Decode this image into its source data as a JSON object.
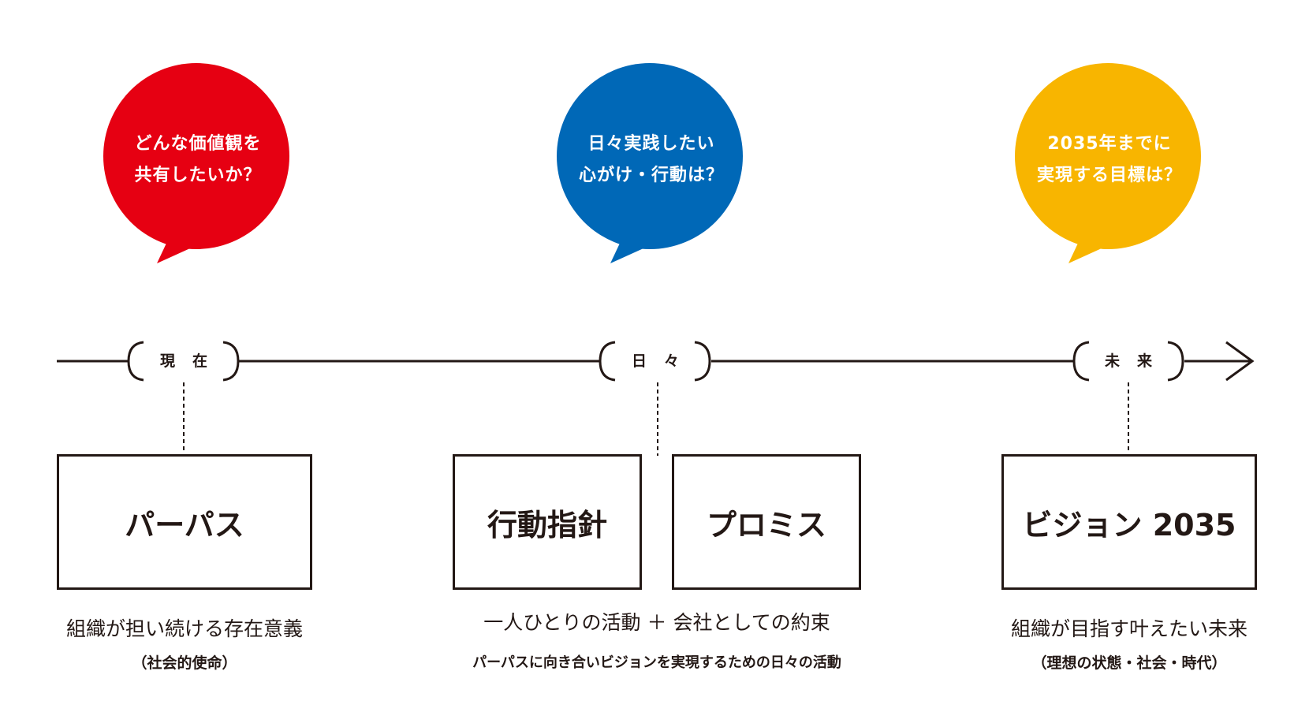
{
  "colors": {
    "present": "#e60012",
    "daily": "#0068b7",
    "future": "#f8b500",
    "ink": "#231815"
  },
  "bubbles": {
    "present": {
      "line1": "どんな価値観を",
      "line2": "共有したいか？"
    },
    "daily": {
      "line1": "日々実践したい",
      "line2": "心がけ・行動は？"
    },
    "future": {
      "line1": "2035年までに",
      "line2": "実現する目標は？"
    }
  },
  "timeline": {
    "present": "現在",
    "daily": "日々",
    "future": "未来"
  },
  "boxes": {
    "purpose": "パーパス",
    "guideline": "行動指針",
    "promise": "プロミス",
    "vision": "ビジョン 2035"
  },
  "descriptions": {
    "present_main": "組織が担い続ける存在意義",
    "present_sub": "（社会的使命）",
    "daily_main": "一人ひとりの活動 ＋ 会社としての約束",
    "daily_sub": "パーパスに向き合いビジョンを実現するための日々の活動",
    "future_main": "組織が目指す叶えたい未来",
    "future_sub": "（理想の状態・社会・時代）"
  }
}
